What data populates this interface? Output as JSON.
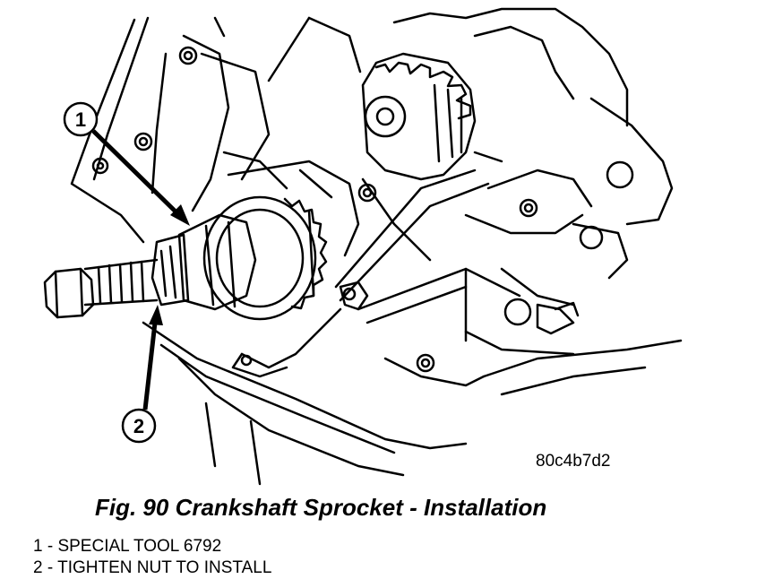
{
  "figure": {
    "image_code": "80c4b7d2",
    "callouts": [
      "1",
      "2"
    ],
    "caption": "Fig. 90 Crankshaft Sprocket - Installation",
    "legend": [
      "1 - SPECIAL TOOL 6792",
      "2 - TIGHTEN NUT TO INSTALL"
    ]
  },
  "icons": [
    "engine-illustration",
    "crankshaft-sprocket",
    "installer-tool",
    "water-pump-sprocket",
    "bolt",
    "arrow"
  ]
}
